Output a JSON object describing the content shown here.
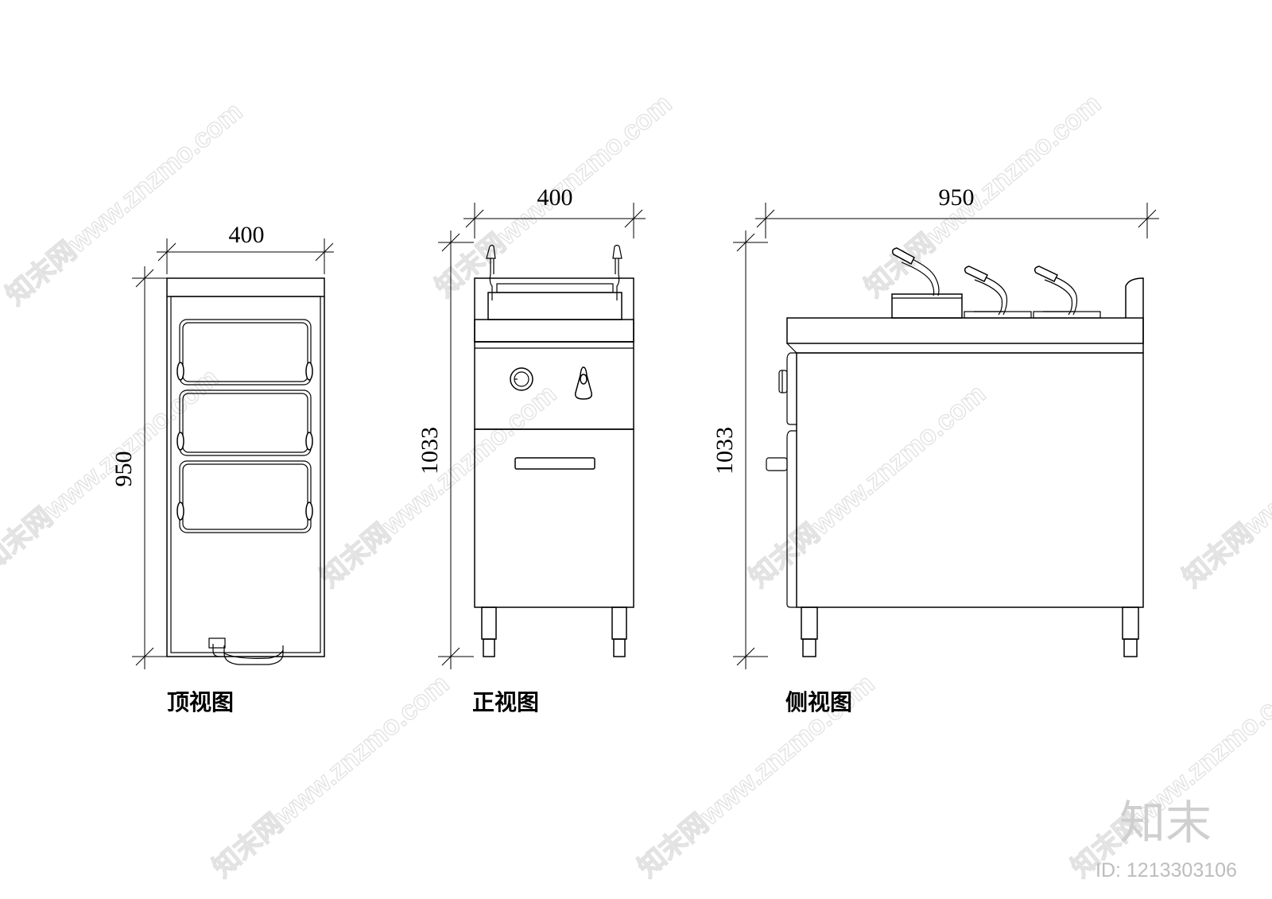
{
  "watermark": {
    "text": "知末网www.znzmo.com"
  },
  "brand": {
    "logo": "知末",
    "id": "ID: 1213303106"
  },
  "views": {
    "top": {
      "caption": "顶视图",
      "width_label": "400",
      "depth_label": "950"
    },
    "front": {
      "caption": "正视图",
      "width_label": "400",
      "height_label": "1033"
    },
    "side": {
      "caption": "侧视图",
      "width_label": "950",
      "height_label": "1033"
    }
  }
}
